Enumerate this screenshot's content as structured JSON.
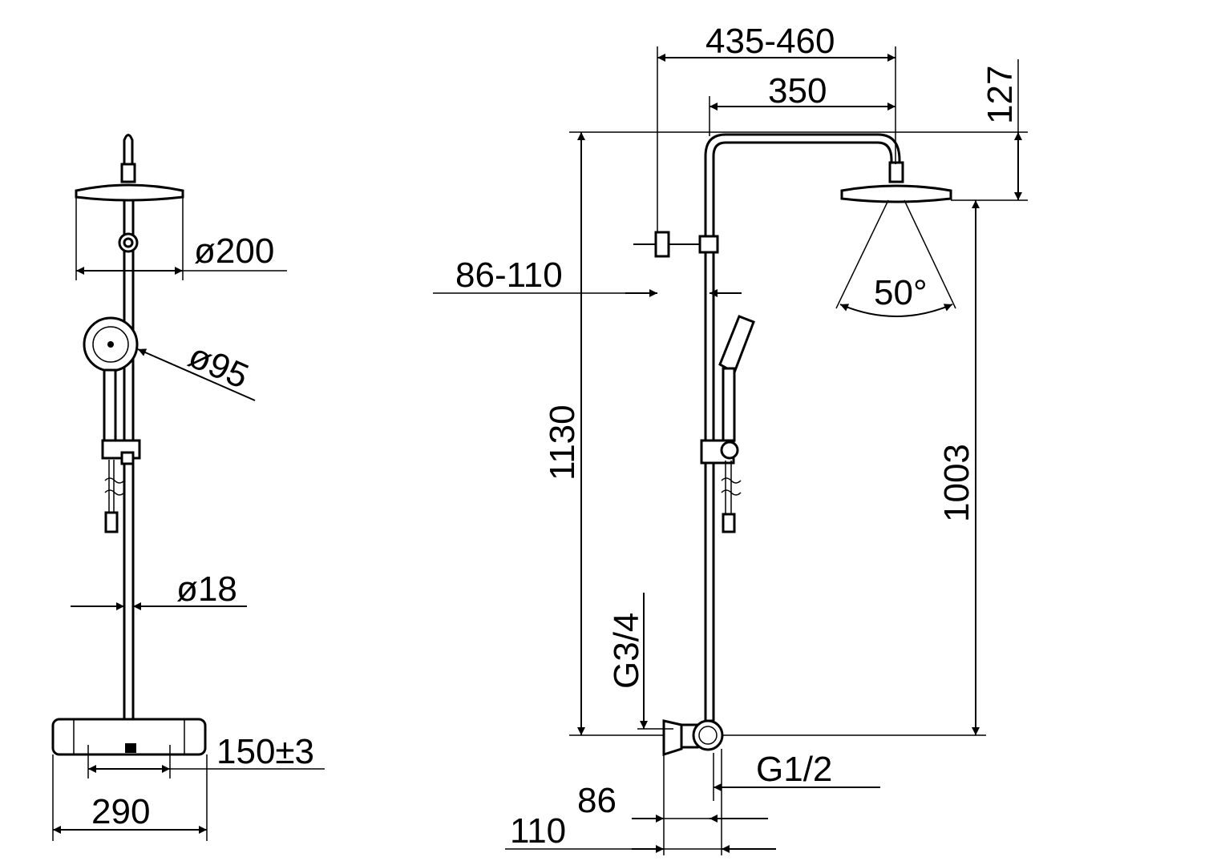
{
  "front_view": {
    "head_diameter": "ø200",
    "hand_shower_diameter": "ø95",
    "rail_diameter": "ø18",
    "centre_distance": "150±3",
    "mixer_width": "290"
  },
  "side_view": {
    "arm_reach": "435-460",
    "arm_length": "350",
    "head_drop": "127",
    "wall_bracket": "86-110",
    "total_height": "1130",
    "head_height": "1003",
    "spray_angle": "50°",
    "outlet_thread": "G3/4",
    "inlet_thread": "G1/2",
    "offset_small": "86",
    "offset_large": "110"
  },
  "colors": {
    "line": "#000000",
    "background": "#ffffff"
  }
}
